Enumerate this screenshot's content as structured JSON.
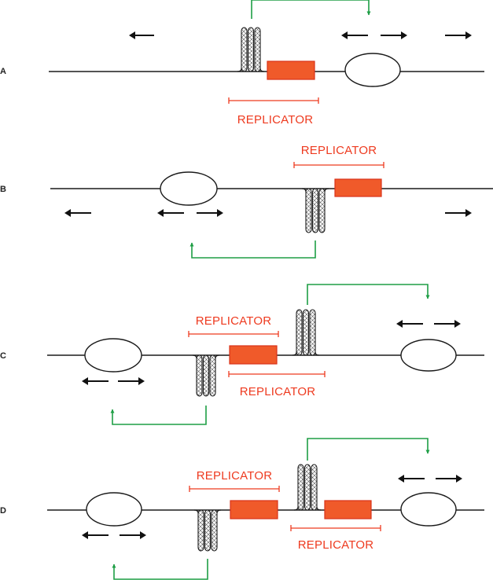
{
  "colors": {
    "dna": "#1a1a1a",
    "replicator": "#ee3a1f",
    "replicator_box_fill": "#f05a2a",
    "replicator_box_stroke": "#d8321a",
    "green_arrow": "#1e9e45",
    "fork_arrow": "#111111"
  },
  "icons": {
    "fork_arrow": "black-arrow-icon",
    "origin": "replication-bubble-icon",
    "chromatin_loop": "hatched-loop-icon",
    "green_arrow": "green-elbow-arrow-icon"
  },
  "panels": [
    {
      "label": "A",
      "replicator_labels": [
        "REPLICATOR"
      ]
    },
    {
      "label": "B",
      "replicator_labels": [
        "REPLICATOR"
      ]
    },
    {
      "label": "C",
      "replicator_labels": [
        "REPLICATOR",
        "REPLICATOR"
      ]
    },
    {
      "label": "D",
      "replicator_labels": [
        "REPLICATOR",
        "REPLICATOR"
      ]
    }
  ]
}
